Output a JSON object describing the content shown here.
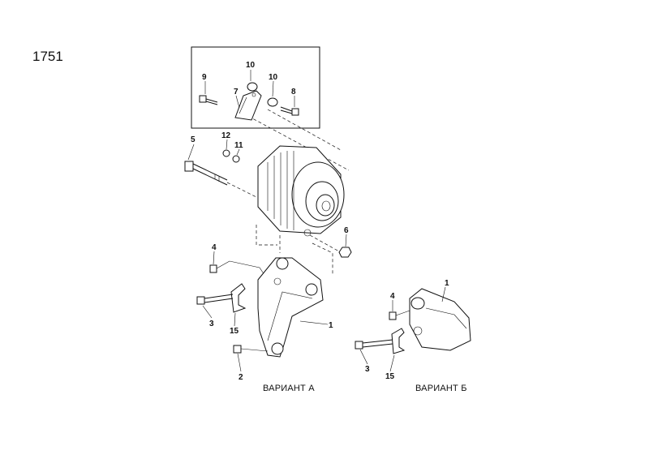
{
  "page_number": "1751",
  "variants": {
    "a": "ВАРИАНТ А",
    "b": "ВАРИАНТ Б"
  },
  "callouts": [
    "9",
    "10",
    "7",
    "10",
    "8",
    "5",
    "12",
    "11",
    "6",
    "4",
    "3",
    "15",
    "1",
    "2",
    "4",
    "1",
    "3",
    "15"
  ]
}
